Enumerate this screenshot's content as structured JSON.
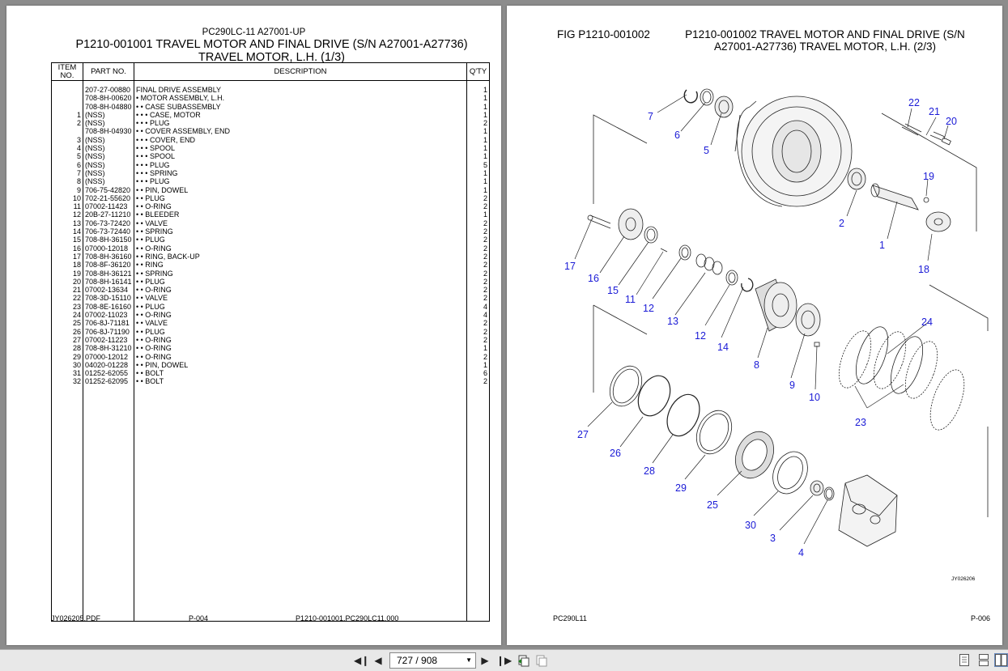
{
  "left_page": {
    "subtitle": "PC290LC-11 A27001-UP",
    "title": "P1210-001001 TRAVEL MOTOR AND FINAL DRIVE (S/N A27001-A27736) TRAVEL MOTOR, L.H. (1/3)",
    "columns": {
      "item": "ITEM NO.",
      "part": "PART NO.",
      "desc": "DESCRIPTION",
      "qty": "Q'TY"
    },
    "rows": [
      {
        "item": "",
        "part": "207-27-00880",
        "desc": "FINAL DRIVE ASSEMBLY",
        "qty": "1"
      },
      {
        "item": "",
        "part": "708-8H-00620",
        "desc": "•  MOTOR ASSEMBLY, L.H.",
        "qty": "1"
      },
      {
        "item": "",
        "part": "708-8H-04880",
        "desc": "•  •  CASE SUBASSEMBLY",
        "qty": "1"
      },
      {
        "item": "1",
        "part": "(NSS)",
        "desc": "•  •  •  CASE, MOTOR",
        "qty": "1"
      },
      {
        "item": "2",
        "part": "(NSS)",
        "desc": "•  •  •  PLUG",
        "qty": "2"
      },
      {
        "item": "",
        "part": "708-8H-04930",
        "desc": "•  •  COVER ASSEMBLY, END",
        "qty": "1"
      },
      {
        "item": "3",
        "part": "(NSS)",
        "desc": "•  •  •  COVER, END",
        "qty": "1"
      },
      {
        "item": "4",
        "part": "(NSS)",
        "desc": "•  •  •  SPOOL",
        "qty": "1"
      },
      {
        "item": "5",
        "part": "(NSS)",
        "desc": "•  •  •  SPOOL",
        "qty": "1"
      },
      {
        "item": "6",
        "part": "(NSS)",
        "desc": "•  •  •  PLUG",
        "qty": "5"
      },
      {
        "item": "7",
        "part": "(NSS)",
        "desc": "•  •  •  SPRING",
        "qty": "1"
      },
      {
        "item": "8",
        "part": "(NSS)",
        "desc": "•  •  •  PLUG",
        "qty": "1"
      },
      {
        "item": "9",
        "part": "706-75-42820",
        "desc": "•  •  PIN, DOWEL",
        "qty": "1"
      },
      {
        "item": "10",
        "part": "702-21-55620",
        "desc": "•  •  PLUG",
        "qty": "2"
      },
      {
        "item": "11",
        "part": "07002-11423",
        "desc": "•  •  O-RING",
        "qty": "2"
      },
      {
        "item": "12",
        "part": "20B-27-11210",
        "desc": "•  •  BLEEDER",
        "qty": "1"
      },
      {
        "item": "13",
        "part": "706-73-72420",
        "desc": "•  •  VALVE",
        "qty": "2"
      },
      {
        "item": "14",
        "part": "706-73-72440",
        "desc": "•  •  SPRING",
        "qty": "2"
      },
      {
        "item": "15",
        "part": "708-8H-36150",
        "desc": "•  •  PLUG",
        "qty": "2"
      },
      {
        "item": "16",
        "part": "07000-12018",
        "desc": "•  •  O-RING",
        "qty": "2"
      },
      {
        "item": "17",
        "part": "708-8H-36160",
        "desc": "•  •  RING, BACK-UP",
        "qty": "2"
      },
      {
        "item": "18",
        "part": "708-8F-36120",
        "desc": "•  •  RING",
        "qty": "2"
      },
      {
        "item": "19",
        "part": "708-8H-36121",
        "desc": "•  •  SPRING",
        "qty": "2"
      },
      {
        "item": "20",
        "part": "708-8H-16141",
        "desc": "•  •  PLUG",
        "qty": "2"
      },
      {
        "item": "21",
        "part": "07002-13634",
        "desc": "•  •  O-RING",
        "qty": "2"
      },
      {
        "item": "22",
        "part": "708-3D-15110",
        "desc": "•  •  VALVE",
        "qty": "2"
      },
      {
        "item": "23",
        "part": "708-8E-16160",
        "desc": "•  •  PLUG",
        "qty": "4"
      },
      {
        "item": "24",
        "part": "07002-11023",
        "desc": "•  •  O-RING",
        "qty": "4"
      },
      {
        "item": "25",
        "part": "706-8J-71181",
        "desc": "•  •  VALVE",
        "qty": "2"
      },
      {
        "item": "26",
        "part": "706-8J-71190",
        "desc": "•  •  PLUG",
        "qty": "2"
      },
      {
        "item": "27",
        "part": "07002-11223",
        "desc": "•  •  O-RING",
        "qty": "2"
      },
      {
        "item": "28",
        "part": "708-8H-31210",
        "desc": "•  •  O-RING",
        "qty": "1"
      },
      {
        "item": "29",
        "part": "07000-12012",
        "desc": "•  •  O-RING",
        "qty": "2"
      },
      {
        "item": "30",
        "part": "04020-01228",
        "desc": "•  •  PIN, DOWEL",
        "qty": "1"
      },
      {
        "item": "31",
        "part": "01252-62055",
        "desc": "•  •  BOLT",
        "qty": "6"
      },
      {
        "item": "32",
        "part": "01252-62095",
        "desc": "•  •  BOLT",
        "qty": "2"
      }
    ],
    "footer": {
      "file": "JY026205.PDF",
      "page": "P-004",
      "ref": "P1210-001001.PC290LC11.000"
    }
  },
  "right_page": {
    "fig_label": "FIG   P1210-001002",
    "title": "P1210-001002 TRAVEL MOTOR AND FINAL DRIVE (S/N A27001-A27736) TRAVEL MOTOR, L.H. (2/3)",
    "callouts": [
      "7",
      "6",
      "5",
      "22",
      "21",
      "20",
      "19",
      "2",
      "1",
      "18",
      "17",
      "16",
      "15",
      "11",
      "12",
      "13",
      "12",
      "14",
      "8",
      "9",
      "10",
      "24",
      "23",
      "27",
      "26",
      "28",
      "29",
      "25",
      "30",
      "3",
      "4"
    ],
    "drawing_code": "JY026206",
    "footer": {
      "model": "PC290L11",
      "page": "P-006"
    }
  },
  "toolbar": {
    "page_indicator": "727 / 908",
    "icons": [
      "first-page-icon",
      "prev-page-icon",
      "next-page-icon",
      "last-page-icon",
      "prev-view-icon",
      "next-view-icon",
      "single-page-view-icon",
      "continuous-view-icon",
      "facing-view-icon"
    ]
  }
}
